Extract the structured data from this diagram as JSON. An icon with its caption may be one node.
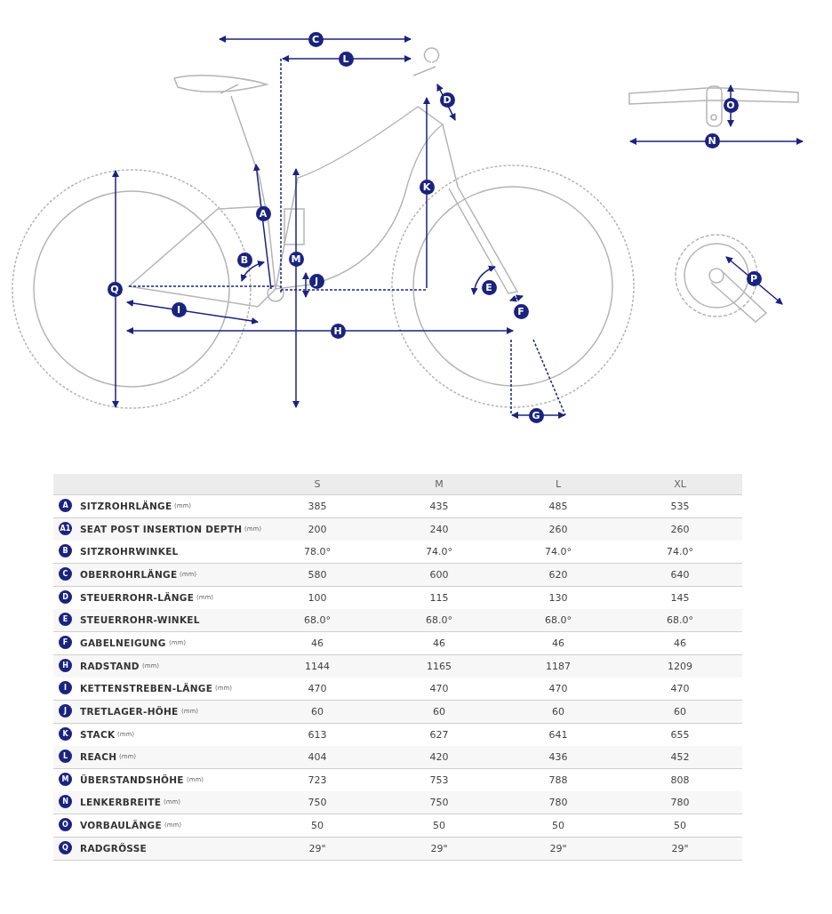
{
  "diagram": {
    "labels": [
      "C",
      "L",
      "D",
      "O",
      "N",
      "K",
      "A",
      "B",
      "M",
      "Q",
      "J",
      "E",
      "P",
      "I",
      "F",
      "H",
      "G",
      "S",
      "M",
      "L",
      "XL",
      "A",
      "SITZROHRLÄNGE",
      "(mm)",
      "385",
      "435",
      "485",
      "535",
      "A1",
      "SEAT POST INSERTION DEPTH",
      "(mm)",
      "200",
      "240",
      "260",
      "260",
      "B",
      "SITZROHRWINKEL",
      "78.0°",
      "74.0°",
      "74.0°",
      "74.0°",
      "C",
      "OBERROHRLÄNGE",
      "(mm)",
      "580",
      "600",
      "620",
      "640",
      "D",
      "STEUERROHR-LÄNGE",
      "(mm)",
      "100",
      "115",
      "130",
      "145",
      "E",
      "STEUERROHR-WINKEL",
      "68.0°",
      "68.0°",
      "68.0°",
      "68.0°",
      "F",
      "GABELNEIGUNG",
      "(mm)",
      "46",
      "46",
      "46",
      "46",
      "H",
      "RADSTAND",
      "(mm)",
      "1144",
      "1165",
      "1187",
      "1209",
      "I",
      "KETTENSTREBEN-LÄNGE",
      "(mm)",
      "470",
      "470",
      "470",
      "470",
      "J",
      "TRETLAGER-HÖHE",
      "(mm)",
      "60",
      "60",
      "60",
      "60",
      "K",
      "STACK",
      "(mm)",
      "613",
      "627",
      "641",
      "655",
      "L",
      "REACH",
      "(mm)",
      "404",
      "420",
      "436",
      "452",
      "M",
      "ÜBERSTANDSHÖHE",
      "(mm)",
      "723",
      "753",
      "788",
      "808",
      "N",
      "LENKERBREITE",
      "(mm)",
      "750",
      "750",
      "780",
      "780",
      "O",
      "VORBAULÄNGE",
      "(mm)",
      "50",
      "50",
      "50",
      "50",
      "Q",
      "RADGRÖSSE",
      "29\"",
      "29\"",
      "29\"",
      "29\""
    ]
  }
}
